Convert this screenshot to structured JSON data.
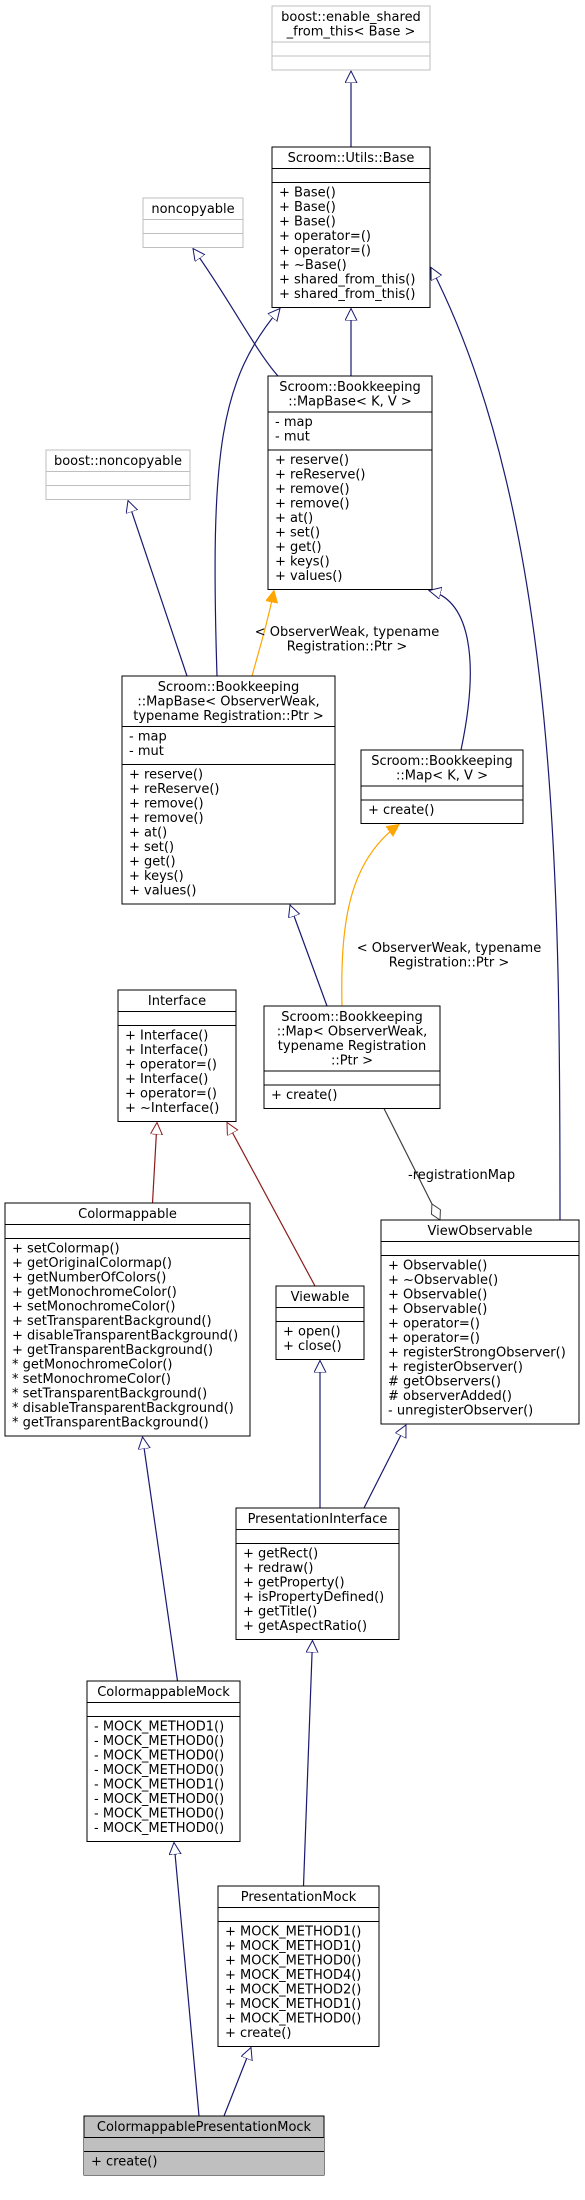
{
  "classes": [
    {
      "id": "enable_shared",
      "title": [
        "boost::enable_shared",
        "_from_this< Base >"
      ],
      "attributes": [],
      "methods": [],
      "style": "external"
    },
    {
      "id": "utils_base",
      "title": [
        "Scroom::Utils::Base"
      ],
      "attributes": [],
      "methods": [
        "+ Base()",
        "+ Base()",
        "+ Base()",
        "+ operator=()",
        "+ operator=()",
        "+ ~Base()",
        "+ shared_from_this()",
        "+ shared_from_this()"
      ],
      "style": "normal"
    },
    {
      "id": "noncopyable",
      "title": [
        "noncopyable"
      ],
      "attributes": [],
      "methods": [],
      "style": "external"
    },
    {
      "id": "mapbase_kv",
      "title": [
        "Scroom::Bookkeeping",
        "::MapBase< K, V >"
      ],
      "attributes": [
        "- map",
        "- mut"
      ],
      "methods": [
        "+ reserve()",
        "+ reReserve()",
        "+ remove()",
        "+ remove()",
        "+ at()",
        "+ set()",
        "+ get()",
        "+ keys()",
        "+ values()"
      ],
      "style": "normal"
    },
    {
      "id": "boost_noncopyable",
      "title": [
        "boost::noncopyable"
      ],
      "attributes": [],
      "methods": [],
      "style": "external"
    },
    {
      "id": "mapbase_ow",
      "title": [
        "Scroom::Bookkeeping",
        "::MapBase< ObserverWeak,",
        " typename Registration::Ptr >"
      ],
      "attributes": [
        "- map",
        "- mut"
      ],
      "methods": [
        "+ reserve()",
        "+ reReserve()",
        "+ remove()",
        "+ remove()",
        "+ at()",
        "+ set()",
        "+ get()",
        "+ keys()",
        "+ values()"
      ],
      "style": "normal"
    },
    {
      "id": "map_kv",
      "title": [
        "Scroom::Bookkeeping",
        "::Map< K, V >"
      ],
      "attributes": [],
      "methods": [
        "+ create()"
      ],
      "style": "normal"
    },
    {
      "id": "interface",
      "title": [
        "Interface"
      ],
      "attributes": [],
      "methods": [
        "+ Interface()",
        "+ Interface()",
        "+ operator=()",
        "+ Interface()",
        "+ operator=()",
        "+ ~Interface()"
      ],
      "style": "normal"
    },
    {
      "id": "map_ow",
      "title": [
        "Scroom::Bookkeeping",
        "::Map< ObserverWeak,",
        " typename Registration",
        "::Ptr >"
      ],
      "attributes": [],
      "methods": [
        "+ create()"
      ],
      "style": "normal"
    },
    {
      "id": "colormappable",
      "title": [
        "Colormappable"
      ],
      "attributes": [],
      "methods": [
        "+ setColormap()",
        "+ getOriginalColormap()",
        "+ getNumberOfColors()",
        "+ getMonochromeColor()",
        "+ setMonochromeColor()",
        "+ setTransparentBackground()",
        "+ disableTransparentBackground()",
        "+ getTransparentBackground()",
        "* getMonochromeColor()",
        "* setMonochromeColor()",
        "* setTransparentBackground()",
        "* disableTransparentBackground()",
        "* getTransparentBackground()"
      ],
      "style": "normal"
    },
    {
      "id": "viewobservable",
      "title": [
        "ViewObservable"
      ],
      "attributes": [],
      "methods": [
        "+ Observable()",
        "+ ~Observable()",
        "+ Observable()",
        "+ Observable()",
        "+ operator=()",
        "+ operator=()",
        "+ registerStrongObserver()",
        "+ registerObserver()",
        "# getObservers()",
        "# observerAdded()",
        "- unregisterObserver()"
      ],
      "style": "normal"
    },
    {
      "id": "viewable",
      "title": [
        "Viewable"
      ],
      "attributes": [],
      "methods": [
        "+ open()",
        "+ close()"
      ],
      "style": "normal"
    },
    {
      "id": "presentationinterface",
      "title": [
        "PresentationInterface"
      ],
      "attributes": [],
      "methods": [
        "+ getRect()",
        "+ redraw()",
        "+ getProperty()",
        "+ isPropertyDefined()",
        "+ getTitle()",
        "+ getAspectRatio()"
      ],
      "style": "normal"
    },
    {
      "id": "colormappablemock",
      "title": [
        "ColormappableMock"
      ],
      "attributes": [],
      "methods": [
        "- MOCK_METHOD1()",
        "- MOCK_METHOD0()",
        "- MOCK_METHOD0()",
        "- MOCK_METHOD0()",
        "- MOCK_METHOD1()",
        "- MOCK_METHOD0()",
        "- MOCK_METHOD0()",
        "- MOCK_METHOD0()"
      ],
      "style": "normal"
    },
    {
      "id": "presentationmock",
      "title": [
        "PresentationMock"
      ],
      "attributes": [],
      "methods": [
        "+ MOCK_METHOD1()",
        "+ MOCK_METHOD1()",
        "+ MOCK_METHOD0()",
        "+ MOCK_METHOD4()",
        "+ MOCK_METHOD2()",
        "+ MOCK_METHOD1()",
        "+ MOCK_METHOD0()",
        "+ create()"
      ],
      "style": "normal"
    },
    {
      "id": "colormappablepresentationmock",
      "title": [
        "ColormappablePresentationMock"
      ],
      "attributes": [],
      "methods": [
        "+ create()"
      ],
      "style": "highlight"
    }
  ],
  "edge_labels": {
    "template_arg_1": [
      "< ObserverWeak, typename",
      "Registration::Ptr >"
    ],
    "template_arg_2": [
      "< ObserverWeak, typename",
      "Registration::Ptr >"
    ],
    "association": "-registrationMap"
  },
  "colors": {
    "inheritance_public": "#191970",
    "inheritance_virtual": "#8b1a1a",
    "template_instance": "#ffa500",
    "association": "#404040",
    "external_border": "#bfbfbf",
    "highlight_fill": "#bfbfbf"
  }
}
